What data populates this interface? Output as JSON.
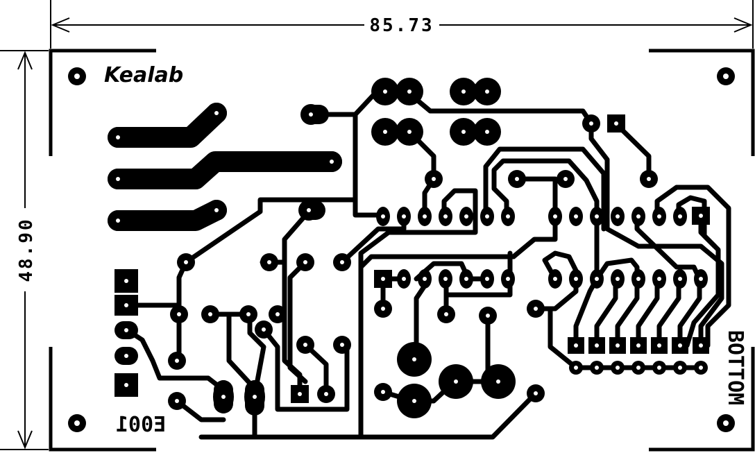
{
  "dimensions": {
    "width_label": "85.73",
    "height_label": "48.90"
  },
  "board": {
    "logo": "Kealab",
    "code_mirrored": "E001",
    "side_label": "BOTTOM"
  },
  "colors": {
    "copper": "#000000",
    "background": "#ffffff",
    "drill": "#ffffff"
  }
}
